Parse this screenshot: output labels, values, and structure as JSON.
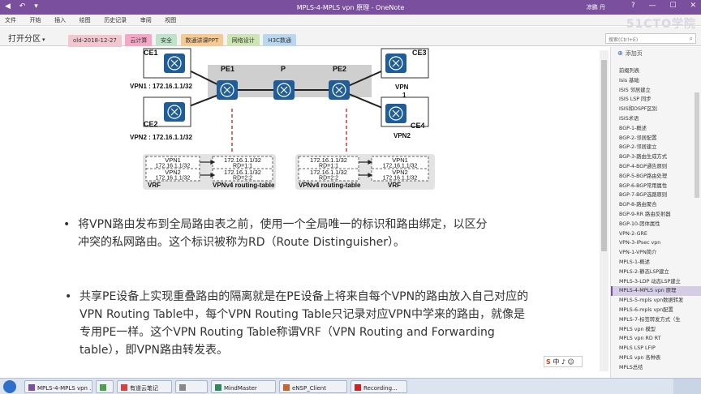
{
  "window": {
    "title": "MPLS-4-MPLS vpn 原理  -  OneNote",
    "user": "凉鹏 丹",
    "watermark": "51CTO学院"
  },
  "ribbon": {
    "items": [
      "文件",
      "开始",
      "插入",
      "绘图",
      "历史记录",
      "审阅",
      "视图"
    ]
  },
  "notebook": {
    "name": "打开分区"
  },
  "sections": [
    {
      "label": "old-2018-12-27",
      "color": "#f3c7cf"
    },
    {
      "label": "云计算",
      "color": "#f5a7c6"
    },
    {
      "label": "安全",
      "color": "#bfe3c8"
    },
    {
      "label": "数通讲课PPT",
      "color": "#f6c892"
    },
    {
      "label": "网络设计",
      "color": "#cde5b4"
    },
    {
      "label": "H3C数通",
      "color": "#b9d7ef"
    }
  ],
  "search": {
    "placeholder": "搜索(Ctrl+E)"
  },
  "diagram": {
    "ce1": "CE1",
    "ce2": "CE2",
    "ce3": "CE3",
    "ce4": "CE4",
    "pe1": "PE1",
    "p": "P",
    "pe2": "PE2",
    "vpn1_label": "VPN1 : 172.16.1.1/32",
    "vpn2_label": "VPN2 : 172.16.1.1/32",
    "vpn_right_top": "VPN",
    "vpn_right_num": "1",
    "vpn2_right": "VPN2",
    "vrf_left": {
      "row1_name": "VPN1",
      "row1_ip": "172.16.1.1/32",
      "row2_name": "VPN2",
      "row2_ip": "172.16.1.1/32",
      "footer": "VRF"
    },
    "vpnv4_left": {
      "row1_ip": "172.16.1.1/32",
      "row1_rd": "RD=1:1",
      "row2_ip": "172.16.1.1/32",
      "row2_rd": "RD=2:2",
      "footer": "VPNv4 routing-table"
    },
    "vpnv4_right": {
      "row1_ip": "172.16.1.1/32",
      "row1_rd": "RD=1:1",
      "row2_ip": "172.16.1.1/32",
      "row2_rd": "RD=2:2",
      "footer": "VPNv4 routing-table"
    },
    "vrf_right": {
      "row1_name": "VPN1",
      "row1_ip": "172.16.1.1/32",
      "row2_name": "VPN2",
      "row2_ip": "172.16.1.1/32",
      "footer": "VRF"
    }
  },
  "content": {
    "bullet1_line1": "将VPN路由发布到全局路由表之前，使用一个全局唯一的标识和路由绑定，以区分",
    "bullet1_line2": "冲突的私网路由。这个标识被称为RD（Route  Distinguisher）。",
    "bullet2_line1": "共享PE设备上实现重叠路由的隔离就是在PE设备上将来自每个VPN的路由放入自己对应的",
    "bullet2_line2": "VPN Routing Table中，每个VPN Routing Table只记录对应VPN中学来的路由，就像是",
    "bullet2_line3": "专用PE一样。这个VPN Routing Table称谓VRF（VPN Routing and Forwarding",
    "bullet2_line4": "table），即VPN路由转发表。"
  },
  "pages": {
    "add_label": "添加页",
    "items": [
      "前缀列表",
      "Isis 基础",
      "ISIS 邻居建立",
      "ISIS LSP 同步",
      "ISIS和OSPF区别",
      "ISIS术语",
      "BGP-1-概述",
      "BGP-2-邻居配置",
      "BGP-2-邻居建立",
      "BGP-3-路由生成方式",
      "BGP-4-BGP通告原则",
      "BGP-5-BGP路由处理",
      "BGP-6-BGP常用属性",
      "BGP-7-BGP选路原则",
      "BGP-8-路由聚合",
      "BGP-9-RR 路由反射器",
      "BGP-10-团体属性",
      "VPN-2-GRE",
      "VPN-3-IPsec vpn",
      "VPN-1-VPN简介",
      "MPLS-1-概述",
      "MPLS-2-静态LSP建立",
      "MPLS-3-LDP 动态LSP建立",
      "MPLS-4-MPLS vpn 原理",
      "MPLS-5-mpls vpn数据转发",
      "MPLS-6-mpls vpn配置",
      "MPLS-7-标签转发方式（生",
      "MPLS vpn 模型",
      "MPLS vpn  RD  RT",
      "MPLS  LSP LFIP",
      "MPLS vpn 各种表",
      "MPLS总结"
    ],
    "active_index": 23
  },
  "ime": {
    "s": "S",
    "rest": "中 ♪ ☺"
  },
  "taskbar": {
    "items": [
      {
        "label": "MPLS-4-MPLS vpn ...",
        "icon_color": "#7a4f9e"
      },
      {
        "label": "",
        "icon_color": "#4aa04a"
      },
      {
        "label": "有道云笔记",
        "icon_color": "#d94040"
      },
      {
        "label": "",
        "icon_color": "#888888"
      },
      {
        "label": "MindMaster",
        "icon_color": "#2a8a58"
      },
      {
        "label": "eNSP_Client",
        "icon_color": "#c8642a"
      },
      {
        "label": "Recording...",
        "icon_color": "#cc2222"
      }
    ]
  }
}
